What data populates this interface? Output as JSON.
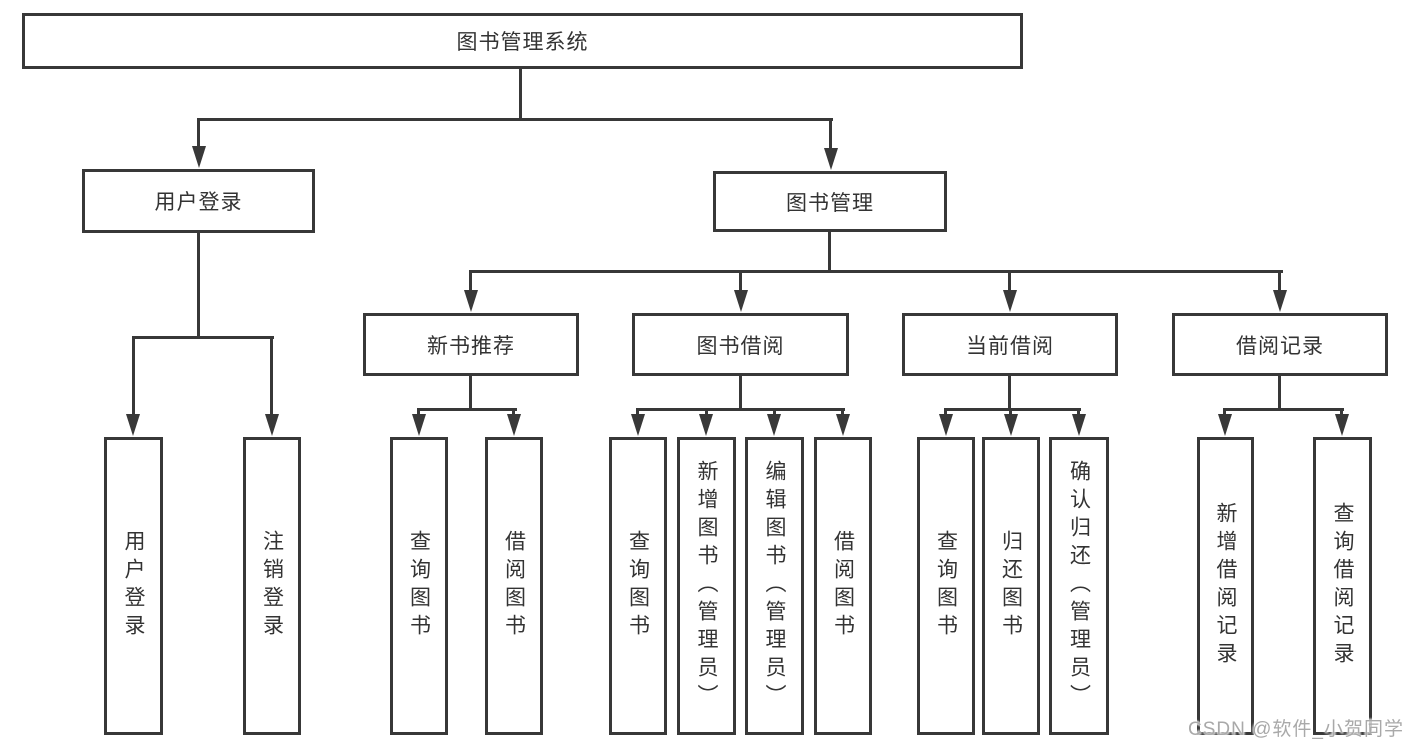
{
  "nodes": {
    "root": "图书管理系统",
    "user_login": "用户登录",
    "book_mgmt": "图书管理",
    "leaf_user_login": "用户登录",
    "leaf_logout": "注销登录",
    "new_book_rec": "新书推荐",
    "book_borrow": "图书借阅",
    "current_borrow": "当前借阅",
    "borrow_record": "借阅记录",
    "nbr_query": "查询图书",
    "nbr_borrow": "借阅图书",
    "bb_query": "查询图书",
    "bb_add": "新增图书（管理员）",
    "bb_edit": "编辑图书（管理员）",
    "bb_borrow": "借阅图书",
    "cb_query": "查询图书",
    "cb_return": "归还图书",
    "cb_confirm": "确认归还（管理员）",
    "br_add": "新增借阅记录",
    "br_query": "查询借阅记录"
  },
  "hierarchy": {
    "图书管理系统": [
      "用户登录",
      "图书管理"
    ],
    "用户登录": [
      "用户登录",
      "注销登录"
    ],
    "图书管理": [
      "新书推荐",
      "图书借阅",
      "当前借阅",
      "借阅记录"
    ],
    "新书推荐": [
      "查询图书",
      "借阅图书"
    ],
    "图书借阅": [
      "查询图书",
      "新增图书（管理员）",
      "编辑图书（管理员）",
      "借阅图书"
    ],
    "当前借阅": [
      "查询图书",
      "归还图书",
      "确认归还（管理员）"
    ],
    "借阅记录": [
      "新增借阅记录",
      "查询借阅记录"
    ]
  },
  "watermark": "CSDN @软件_小贺同学",
  "colors": {
    "line": "#383838",
    "text": "#333333",
    "watermark": "#a9a9a9"
  }
}
